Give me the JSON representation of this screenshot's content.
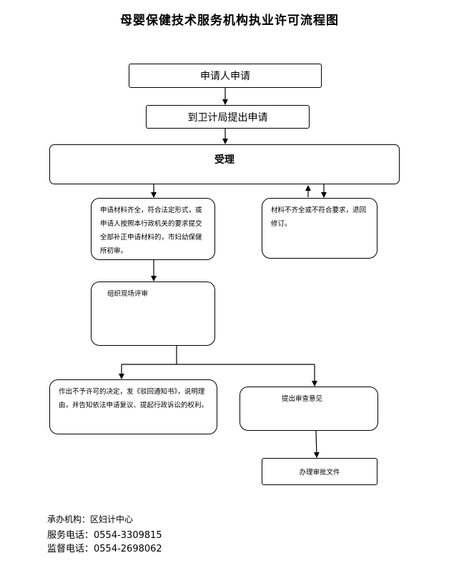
{
  "title": "母婴保健技术服务机构执业许可流程图",
  "nodes": {
    "apply": "申请人申请",
    "submit": "到卫计局提出申请",
    "accept": "受理",
    "complete": "申请材料齐全，符合法定形式，或申请人按照本行政机关的要求提交全部补正申请材料的，市妇幼保健所初审。",
    "incomplete": "材料不齐全或不符合要求，退回修订。",
    "onsite": "组织现场评审",
    "reject": "作出不予许可的决定，发《驳回通知书》，说明理由，并告知依法申请复议、提起行政诉讼的权利。",
    "opinion": "提出审查意见",
    "approve": "办理审批文件"
  },
  "footer": {
    "org": "承办机构：区妇计中心",
    "service_phone": "服务电话：0554-3309815",
    "supervise_phone": "监督电话：0554-2698062"
  }
}
